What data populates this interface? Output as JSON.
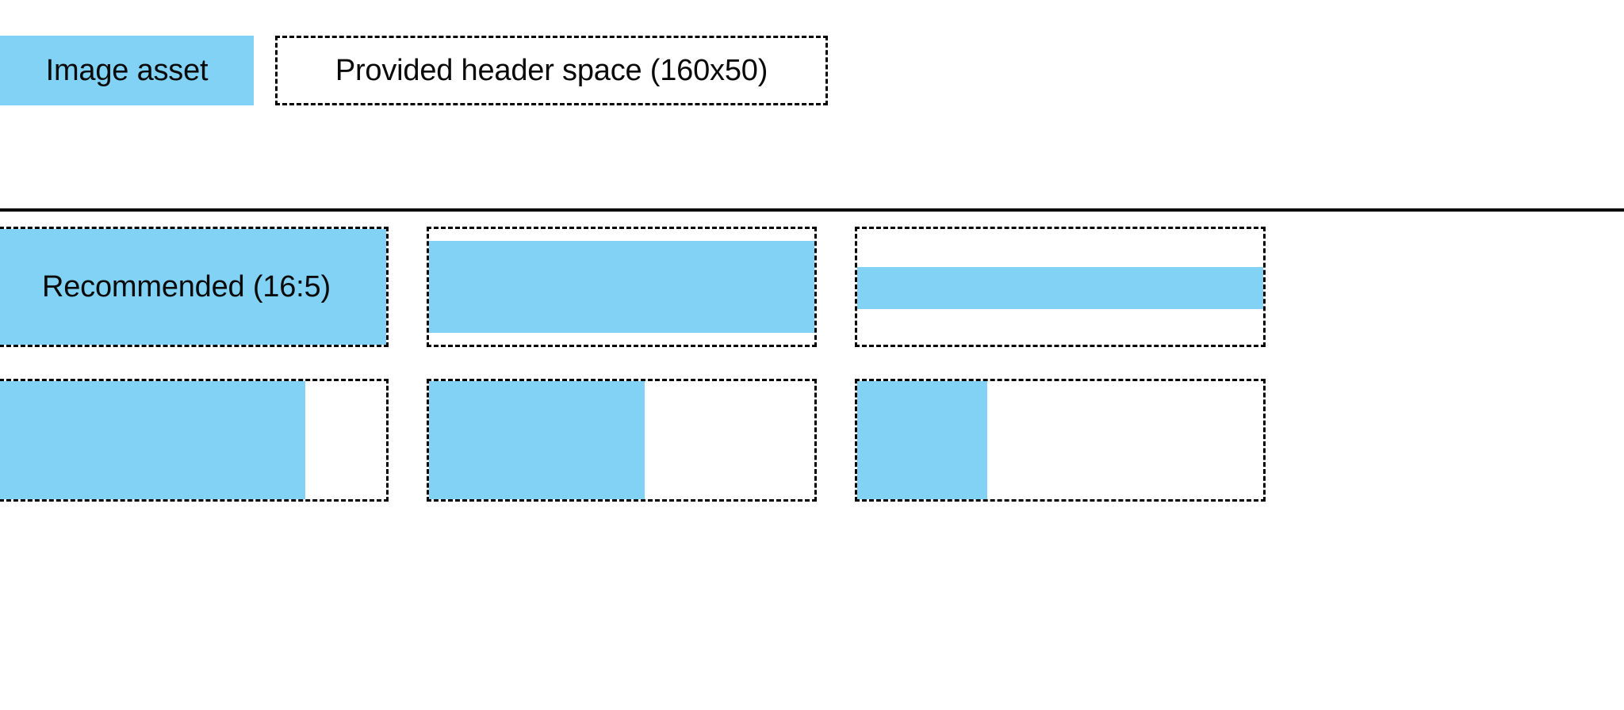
{
  "colors": {
    "fill_blue": "#82d2f5",
    "stroke_black": "#000000",
    "text_black": "#0a0a0a",
    "background": "#ffffff"
  },
  "header": {
    "image_asset_label": "Image asset",
    "provided_space_label": "Provided header space (160x50)"
  },
  "grid": {
    "rows": [
      {
        "cells": [
          {
            "label": "Recommended (16:5)",
            "fill_left_pct": 0,
            "fill_width_pct": 100,
            "fill_top_pct": 0,
            "fill_height_pct": 100
          },
          {
            "label": "",
            "fill_left_pct": 0,
            "fill_width_pct": 100,
            "fill_top_pct": 10,
            "fill_height_pct": 80
          },
          {
            "label": "",
            "fill_left_pct": 0,
            "fill_width_pct": 100,
            "fill_top_pct": 33,
            "fill_height_pct": 36
          }
        ]
      },
      {
        "cells": [
          {
            "label": "",
            "fill_left_pct": 0,
            "fill_width_pct": 80,
            "fill_top_pct": 0,
            "fill_height_pct": 100
          },
          {
            "label": "",
            "fill_left_pct": 0,
            "fill_width_pct": 56,
            "fill_top_pct": 0,
            "fill_height_pct": 100
          },
          {
            "label": "",
            "fill_left_pct": 0,
            "fill_width_pct": 32,
            "fill_top_pct": 0,
            "fill_height_pct": 100
          }
        ]
      }
    ]
  }
}
